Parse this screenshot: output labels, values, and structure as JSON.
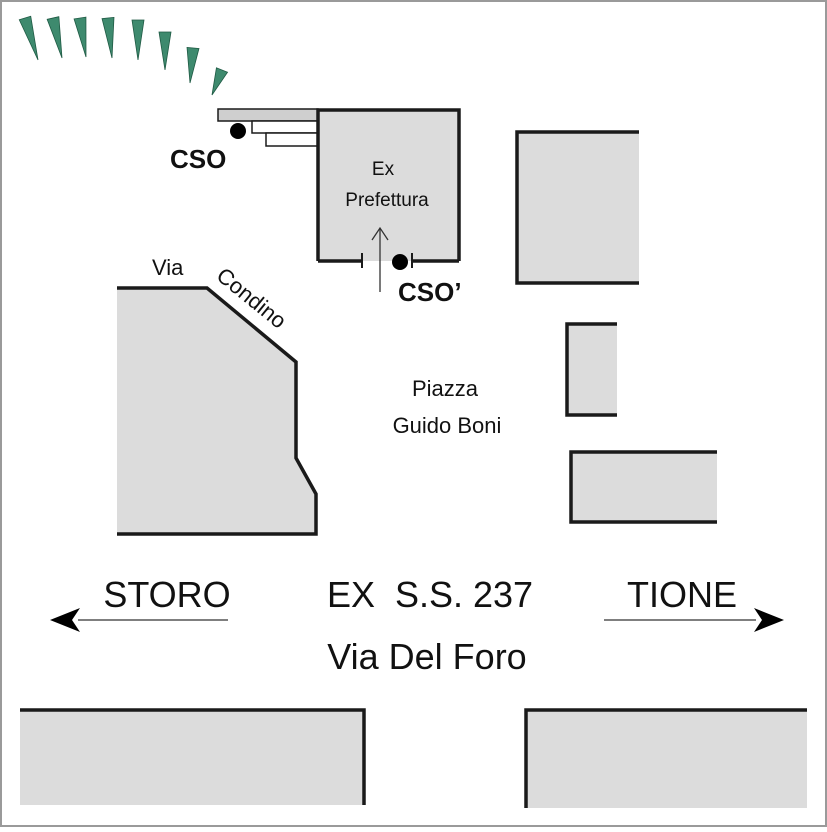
{
  "labels": {
    "building_name_line1": "Ex",
    "building_name_line2": "Prefettura",
    "station_1": "CSO",
    "station_2": "CSO’",
    "street_via": "Via",
    "street_condino": "Condino",
    "square_line1": "Piazza",
    "square_line2": "Guido Boni",
    "direction_left": "STORO",
    "direction_right": "TIONE",
    "road_code": "EX  S.S. 237",
    "road_name": "Via Del Foro"
  },
  "colors": {
    "building_fill": "#dcdcdc",
    "building_edge": "#1a1a1a",
    "grass": "#3e8a6e",
    "frame": "#9a9a9a"
  },
  "icons": {
    "station_marker": "filled-circle",
    "entrance_arrow": "arrow-up",
    "direction_left_arrow": "arrow-left",
    "direction_right_arrow": "arrow-right",
    "vegetation": "grass-blades"
  }
}
